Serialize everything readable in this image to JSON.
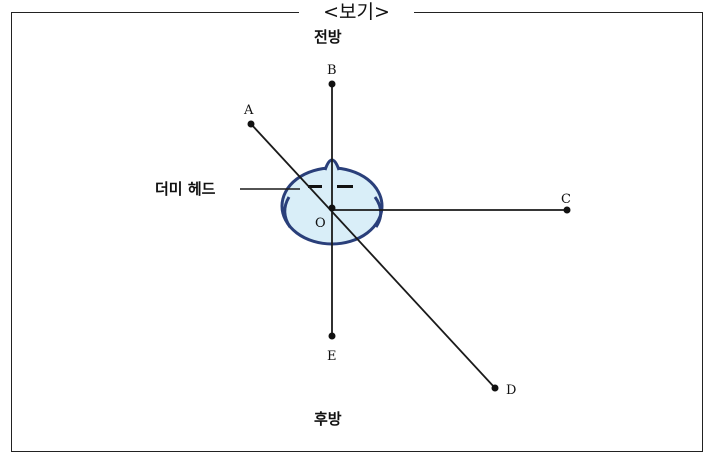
{
  "box_title": "<보기>",
  "labels": {
    "front": "전방",
    "rear": "후방",
    "dummy_head": "더미 헤드"
  },
  "points": {
    "A": "A",
    "B": "B",
    "C": "C",
    "D": "D",
    "E": "E",
    "O": "O"
  },
  "colors": {
    "head_fill": "#d9eef8",
    "head_stroke": "#2a3f7a",
    "line": "#1a1a1a"
  }
}
